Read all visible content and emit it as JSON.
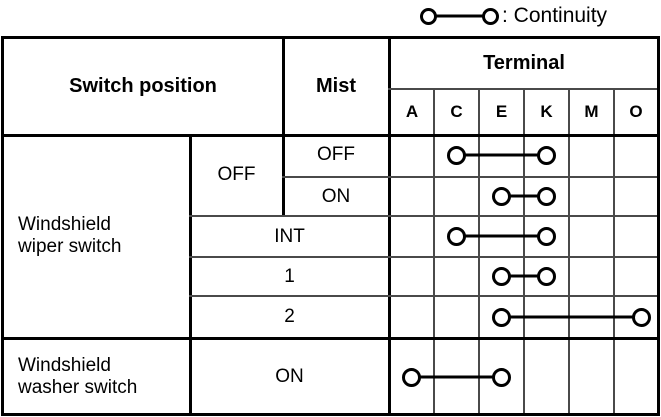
{
  "legend": {
    "symbol_name": "continuity-symbol",
    "label": ": Continuity"
  },
  "table": {
    "headers": {
      "switch_position": "Switch position",
      "mist": "Mist",
      "terminal": "Terminal",
      "terminal_columns": [
        "A",
        "C",
        "E",
        "K",
        "M",
        "O"
      ]
    },
    "groups": [
      {
        "name": "Windshield wiper switch",
        "line1": "Windshield",
        "line2": "wiper switch",
        "rows": [
          {
            "mist_group": "OFF",
            "mist_sub": "OFF",
            "connections": [
              "C",
              "K"
            ]
          },
          {
            "mist_group": "OFF",
            "mist_sub": "ON",
            "connections": [
              "E",
              "K"
            ]
          },
          {
            "mist_group": "INT",
            "mist_sub": "",
            "connections": [
              "C",
              "K"
            ]
          },
          {
            "mist_group": "1",
            "mist_sub": "",
            "connections": [
              "E",
              "K"
            ]
          },
          {
            "mist_group": "2",
            "mist_sub": "",
            "connections": [
              "E",
              "O"
            ]
          }
        ]
      },
      {
        "name": "Windshield washer switch",
        "line1": "Windshield",
        "line2": "washer switch",
        "rows": [
          {
            "mist_group": "ON",
            "mist_sub": "",
            "connections": [
              "A",
              "E"
            ]
          }
        ]
      }
    ]
  },
  "colors": {
    "border": "#000000",
    "grid": "#4a4a4a",
    "background": "#ffffff"
  }
}
